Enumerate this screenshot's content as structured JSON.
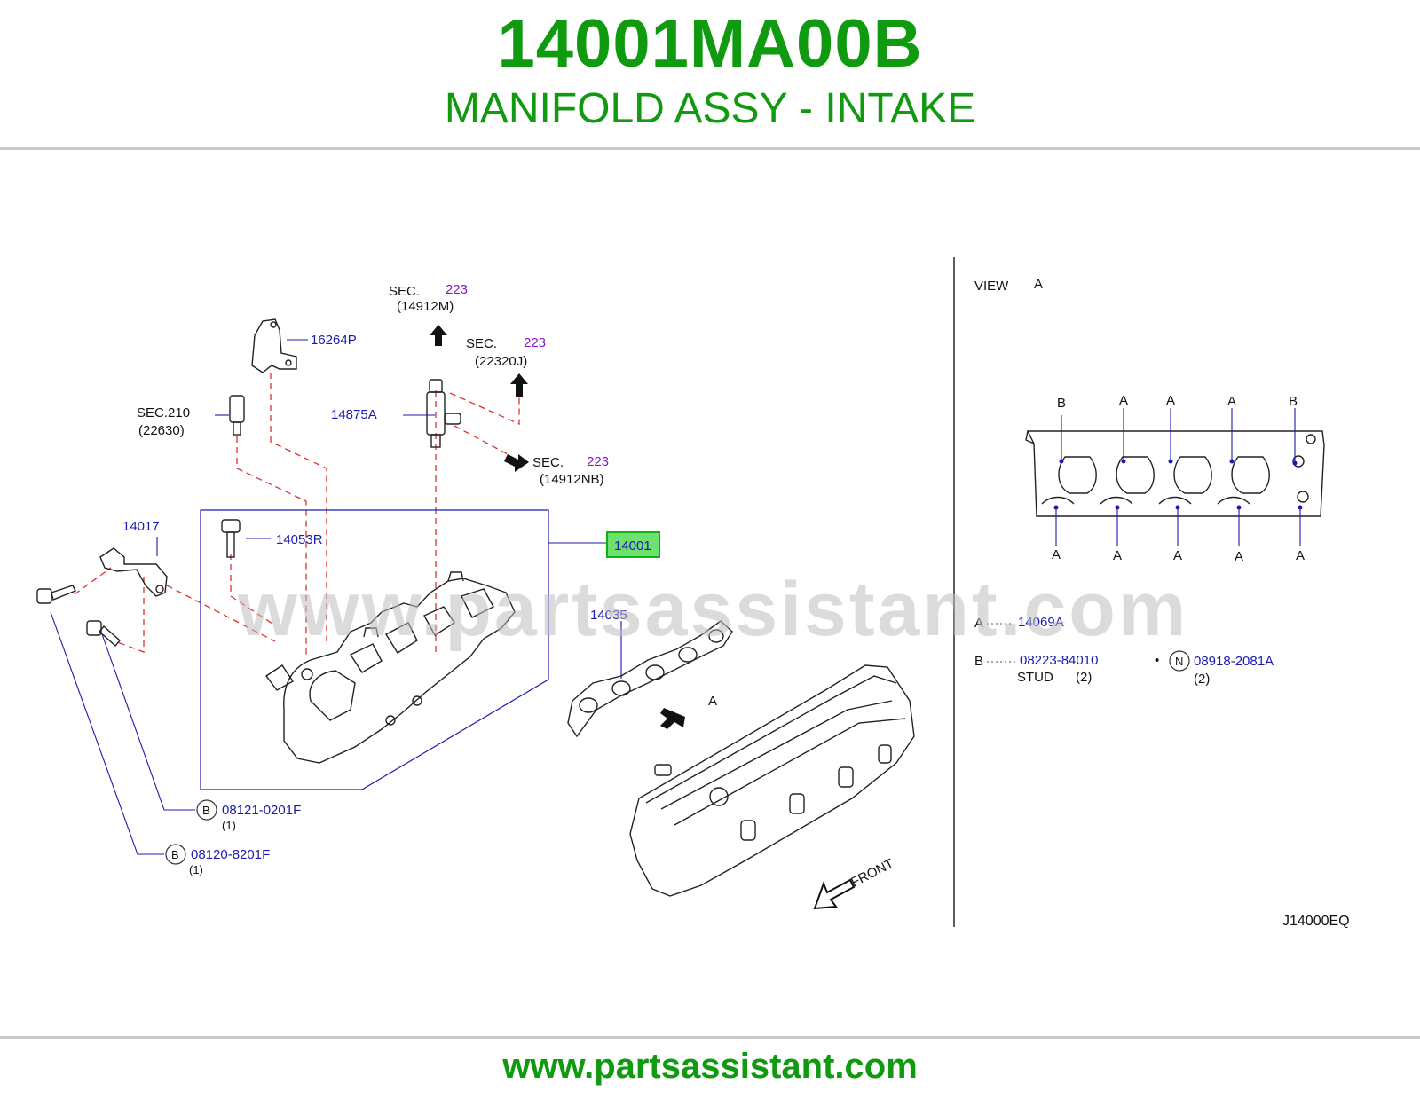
{
  "header": {
    "part_number": "14001MA00B",
    "part_name": "MANIFOLD ASSY - INTAKE"
  },
  "footer": {
    "url": "www.partsassistant.com"
  },
  "watermark": "www.partsassistant.com",
  "diagram_code": "J14000EQ",
  "colors": {
    "brand_green": "#109a10",
    "callout_blue": "#1a1ab0",
    "section_purple": "#8a1ac0",
    "dash_red": "#e03030",
    "highlight_fill": "#6ee06e"
  },
  "main": {
    "sec_top": {
      "label": "SEC.",
      "num": "223",
      "ref": "(14912M)"
    },
    "sec_mid": {
      "label": "SEC.",
      "num": "223",
      "ref": "(22320J)"
    },
    "sec_right": {
      "label": "SEC.",
      "num": "223",
      "ref": "(14912NB)"
    },
    "sec_210": {
      "label": "SEC.210",
      "ref": "(22630)"
    },
    "callouts": {
      "p16264P": "16264P",
      "p14875A": "14875A",
      "p14017": "14017",
      "p14053R": "14053R",
      "p14001": "14001",
      "p14035": "14035",
      "p08121": "08121-0201F",
      "p08121_qty": "(1)",
      "p08120": "08120-8201F",
      "p08120_qty": "(1)"
    },
    "b_mark": "B",
    "view_arrow_label": "A",
    "front_label": "FRONT"
  },
  "view": {
    "title": "VIEW",
    "letter": "A",
    "top_labels": [
      "B",
      "A",
      "A",
      "A",
      "B"
    ],
    "bottom_labels": [
      "A",
      "A",
      "A",
      "A",
      "A"
    ]
  },
  "legend": {
    "a_key": "A",
    "a_part": "14069A",
    "b_key": "B",
    "b_part": "08223-84010",
    "b_desc": "STUD",
    "b_qty": "(2)",
    "n_bullet": "•",
    "n_key": "N",
    "n_part": "08918-2081A",
    "n_qty": "(2)"
  }
}
